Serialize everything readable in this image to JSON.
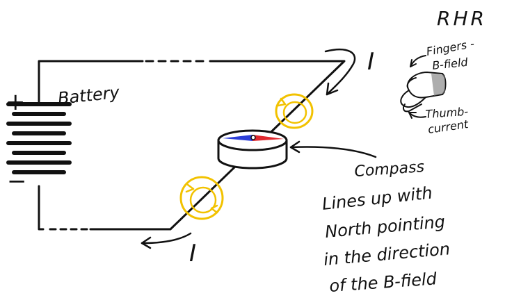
{
  "labels": {
    "rhr": "RHR",
    "battery": "Battery",
    "plus": "+",
    "minus": "−",
    "current_top": "I",
    "current_bottom": "I",
    "fingers_line1": "Fingers -",
    "fingers_line2": "B-field",
    "thumb_line1": "Thumb-",
    "thumb_line2": "current",
    "compass": "Compass",
    "note_line1": "Lines up with",
    "note_line2": "North pointing",
    "note_line3": "in the direction",
    "note_line4": "of the B-field"
  },
  "colors": {
    "wire": "#111111",
    "field_loops": "#f2c200",
    "needle_north": "#e0282e",
    "needle_south": "#2d3fd8",
    "hand_shadow": "#777777"
  },
  "icons": {
    "battery": "battery-icon",
    "compass": "compass-icon",
    "hand": "right-hand-icon",
    "field_loop": "magnetic-field-loop-icon"
  }
}
